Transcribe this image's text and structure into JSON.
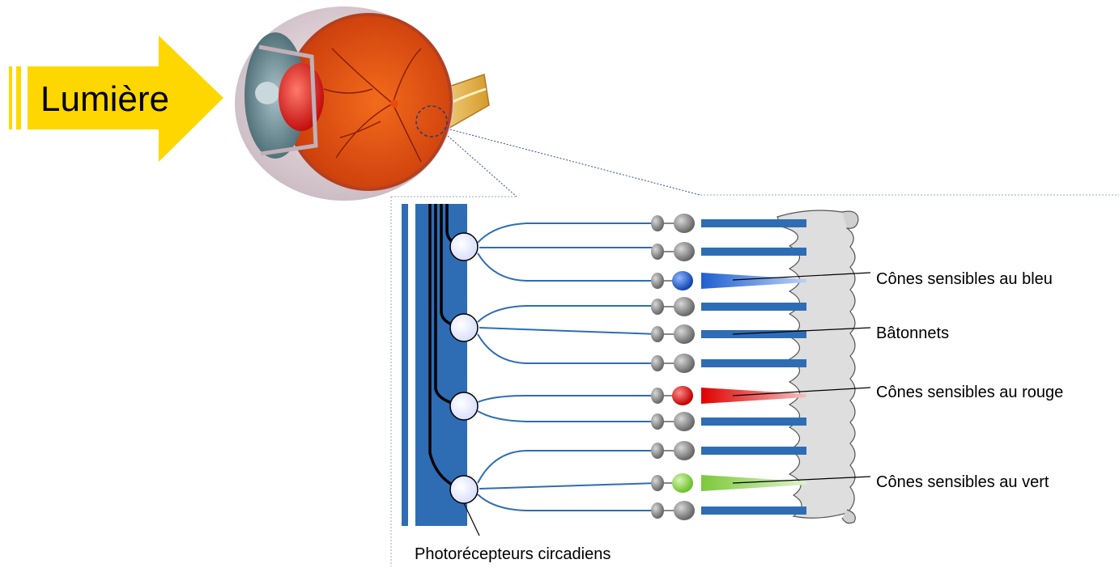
{
  "arrow": {
    "label": "Lumière",
    "color": "#ffd700"
  },
  "labels": {
    "blue_cones": "Cônes sensibles au bleu",
    "rods": "Bâtonnets",
    "red_cones": "Cônes sensibles au rouge",
    "green_cones": "Cônes sensibles au vert",
    "circadian": "Photorécepteurs circadiens"
  },
  "colors": {
    "nerve_band": "#2e6db4",
    "fiber": "#2e6db4",
    "blue_cone": "#1f5fd0",
    "red_cone": "#e00000",
    "green_cone": "#7cc83a",
    "neuron_fill": "#e8ecff",
    "receptor_gray": "#888888"
  }
}
